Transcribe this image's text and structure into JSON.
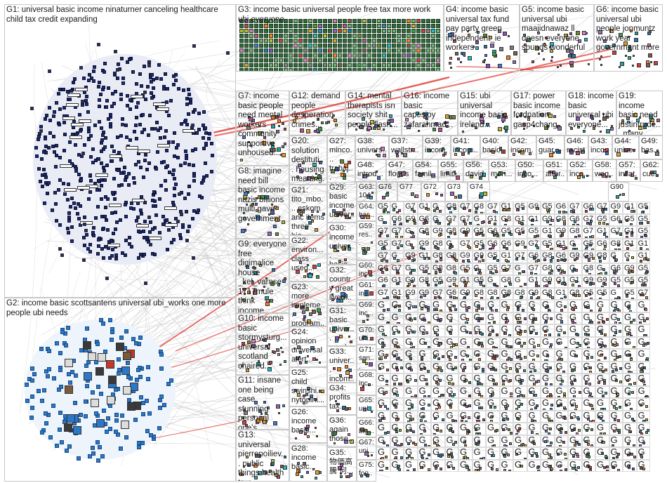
{
  "colors": {
    "background": "#ffffff",
    "panel_border": "#c8c8c8",
    "edge_gray": "#b5b5b5",
    "edge_red": "#e0403a",
    "g1_node": "#1f2a6b",
    "g2_node": "#2b78c9",
    "g3_node": "#2a6a3a"
  },
  "groups": [
    {
      "id": "G1",
      "label": "G1: universal basic income ninaturner canceling healthcare child tax credit expanding"
    },
    {
      "id": "G2",
      "label": "G2: income basic scottsantens universal ubi_works one more people ubi needs"
    },
    {
      "id": "G3",
      "label": "G3: income basic universal people free tax more work ubi everyone"
    },
    {
      "id": "G4",
      "label": "G4: income basic universal tax fund pay party green independent_ie workers"
    },
    {
      "id": "G5",
      "label": "G5: income basic universal ubi maajidnawaz ll doesn everyone sounds wonderful"
    },
    {
      "id": "G6",
      "label": "G6: income basic universal ubi people jonmuntz work year government more"
    },
    {
      "id": "G7",
      "label": "G7: income basic people need mental workers community supportive unhoused..."
    },
    {
      "id": "G8",
      "label": "G8: imagine need bill basic income nazis billions multi gave government"
    },
    {
      "id": "G9",
      "label": "G9: everyone free digimalice house _kel_varnse 1717mule think income..."
    },
    {
      "id": "G10",
      "label": "G10: income basic stormysturg... universal scotland chaired..."
    },
    {
      "id": "G11",
      "label": "G11: insane one being case stunning personal one's..."
    },
    {
      "id": "G12",
      "label": "G12: demand people desperation crimes..."
    },
    {
      "id": "G13",
      "label": "G13: universal pierrepoiliev... public things health true..."
    },
    {
      "id": "G14",
      "label": "G14: mental therapists isn society shit people flash..."
    },
    {
      "id": "G15",
      "label": "G15: ubi universal income basic ireland..."
    },
    {
      "id": "G16",
      "label": "G16: income basic capesjoy zafarahmad..."
    },
    {
      "id": "G17",
      "label": "G17: power basic income fordnation gasp4chang..."
    },
    {
      "id": "G18",
      "label": "G18: income basic universal ubi everyone..."
    },
    {
      "id": "G19",
      "label": "G19: income basic need justintrude... many..."
    },
    {
      "id": "G20",
      "label": "G20: solution destituti... housing meaning..."
    },
    {
      "id": "G21",
      "label": "G21: tito_mbo... eskom anc items three big..."
    },
    {
      "id": "G22",
      "label": "G22: environ... class used..."
    },
    {
      "id": "G23",
      "label": "G23: more impleme... program..."
    },
    {
      "id": "G24",
      "label": "G24: opinion universal alert..."
    },
    {
      "id": "G25",
      "label": "G25: child swinshi... nytopini..."
    },
    {
      "id": "G26",
      "label": "G26: income basic..."
    },
    {
      "id": "G27",
      "label": "G27: minco... trabaj... 2023..."
    },
    {
      "id": "G28",
      "label": "G28: income basic..."
    },
    {
      "id": "G29",
      "label": "G29: basic income univer..."
    },
    {
      "id": "G30",
      "label": "G30: income univer... basic..."
    },
    {
      "id": "G31",
      "label": "G31: basic univer... needs..."
    },
    {
      "id": "G32",
      "label": "G32: country great lived..."
    },
    {
      "id": "G33",
      "label": "G33: univer... incom..."
    },
    {
      "id": "G34",
      "label": "G34: profits tax..."
    },
    {
      "id": "G35",
      "label": "G35: 物価高 騰 何..."
    },
    {
      "id": "G36",
      "label": "G36: again those..."
    },
    {
      "id": "G37",
      "label": "G37: wallstr..."
    },
    {
      "id": "G38",
      "label": "G38: univers..."
    },
    {
      "id": "G39",
      "label": "G39: incom..."
    },
    {
      "id": "G40",
      "label": "G40: basic..."
    },
    {
      "id": "G41",
      "label": "G41: incom..."
    },
    {
      "id": "G42",
      "label": "G42: incom..."
    },
    {
      "id": "G43",
      "label": "G43: inco..."
    },
    {
      "id": "G44",
      "label": "G44: unive..."
    },
    {
      "id": "G45",
      "label": "G45: guar..."
    },
    {
      "id": "G46",
      "label": "G46: racist..."
    },
    {
      "id": "G47",
      "label": "G47: flouris..."
    },
    {
      "id": "G48",
      "label": "G48: introd..."
    },
    {
      "id": "G49",
      "label": "G49: bas..."
    },
    {
      "id": "G50",
      "label": "G50: inco..."
    },
    {
      "id": "G51",
      "label": "G51: affor..."
    },
    {
      "id": "G52",
      "label": "G52: inco..."
    },
    {
      "id": "G53",
      "label": "G53: mon..."
    },
    {
      "id": "G54",
      "label": "G54: famil..."
    },
    {
      "id": "G55",
      "label": "G55: limit..."
    },
    {
      "id": "G56",
      "label": "G56: david..."
    },
    {
      "id": "G57",
      "label": "G57: inflat..."
    },
    {
      "id": "G58",
      "label": "G58: wag..."
    },
    {
      "id": "G59",
      "label": "G59: res..."
    },
    {
      "id": "G60",
      "label": "G60: inc..."
    },
    {
      "id": "G61",
      "label": "G61: inc..."
    },
    {
      "id": "G62",
      "label": "G62: cue..."
    },
    {
      "id": "G63",
      "label": "G63: 104..."
    },
    {
      "id": "G64",
      "label": "G64: bas..."
    },
    {
      "id": "G65",
      "label": "G65: uni..."
    },
    {
      "id": "G66",
      "label": "G66: big..."
    },
    {
      "id": "G67",
      "label": "G67: uni..."
    },
    {
      "id": "G68",
      "label": "G68: inc..."
    },
    {
      "id": "G69",
      "label": "G69: inc..."
    },
    {
      "id": "G70",
      "label": "G70: uni..."
    },
    {
      "id": "G71",
      "label": "G71: san..."
    },
    {
      "id": "G72",
      "label": "G72"
    },
    {
      "id": "G73",
      "label": "G73"
    },
    {
      "id": "G74",
      "label": "G74"
    },
    {
      "id": "G75",
      "label": "G75: foo..."
    },
    {
      "id": "G76",
      "label": "G76"
    },
    {
      "id": "G77",
      "label": "G77"
    },
    {
      "id": "G90",
      "label": "G90"
    }
  ],
  "small_cluster_prefixes": [
    "G8",
    "G9",
    "G1",
    "G",
    "G7",
    "G6",
    "G5"
  ]
}
